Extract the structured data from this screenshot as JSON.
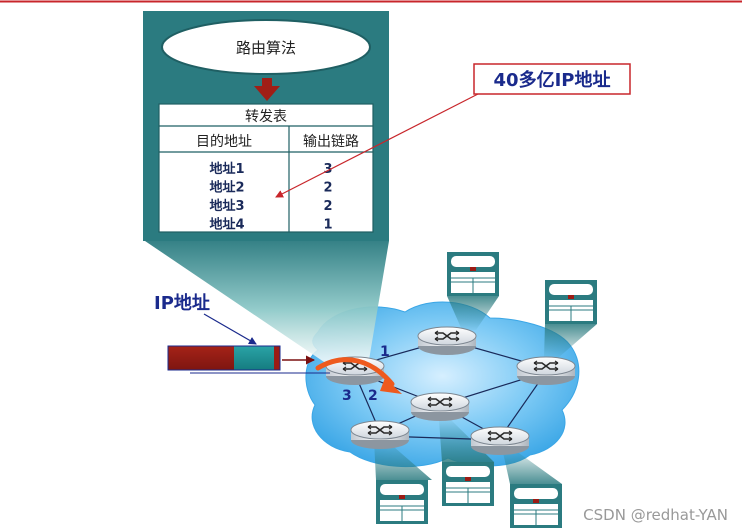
{
  "algorithm_box": {
    "label": "路由算法"
  },
  "forwarding_table": {
    "title": "转发表",
    "col_dest": "目的地址",
    "col_link": "输出链路",
    "rows": [
      {
        "addr": "地址1",
        "link": "3"
      },
      {
        "addr": "地址2",
        "link": "2"
      },
      {
        "addr": "地址3",
        "link": "2"
      },
      {
        "addr": "地址4",
        "link": "1"
      }
    ]
  },
  "callout": {
    "label": "40多亿IP地址"
  },
  "packet": {
    "label": "IP地址"
  },
  "ports": {
    "p1": "1",
    "p2": "2",
    "p3": "3"
  },
  "watermark": "CSDN @redhat-YAN",
  "colors": {
    "teal": "#2b7b80",
    "navy": "#1a2a8c",
    "packet_red": "#9b1b14",
    "packet_teal": "#1f8f92",
    "arrow_orange": "#ee5a1e",
    "cloud_blue": "#58b8ee",
    "callout_red": "#c8262b"
  }
}
